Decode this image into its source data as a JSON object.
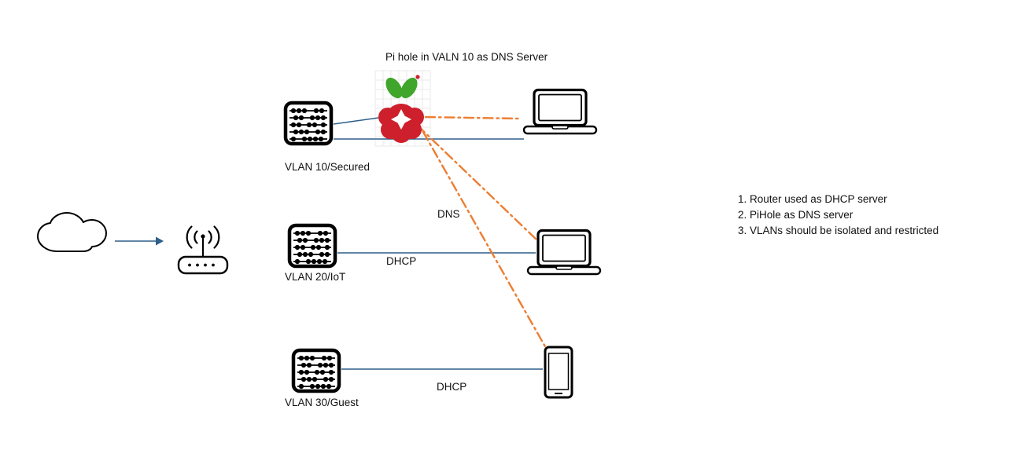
{
  "diagram": {
    "title": "Pi hole in VALN 10 as DNS Server",
    "labels": {
      "vlan10": "VLAN 10/Secured",
      "vlan20": "VLAN 20/IoT",
      "vlan30": "VLAN 30/Guest",
      "dns": "DNS",
      "dhcp_iot": "DHCP",
      "dhcp_guest": "DHCP"
    },
    "notes": [
      "1. Router used as DHCP server",
      "2. PiHole as DNS server",
      "3. VLANs should be isolated and restricted"
    ],
    "colors": {
      "link_blue": "#2E5F8A",
      "dns_orange": "#ED7D31",
      "pi_red": "#CE202C",
      "leaf_green": "#3FA52B"
    },
    "icons": {
      "internet": "cloud-icon",
      "router": "wifi-router-icon",
      "vlan_segment": "network-switch-icon",
      "dns_server": "raspberry-pi-icon",
      "client": "laptop-icon",
      "mobile_client": "smartphone-icon"
    }
  }
}
